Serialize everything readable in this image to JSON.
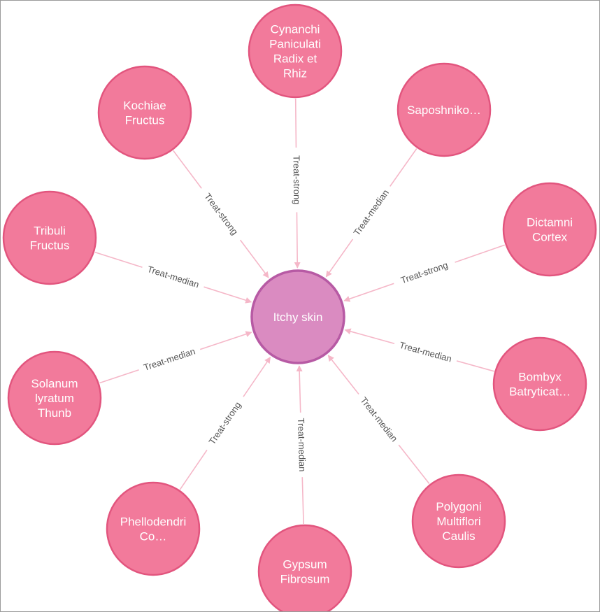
{
  "colors": {
    "node_fill": "#f27a9b",
    "node_stroke": "#e2557e",
    "center_fill": "#da8bc1",
    "center_stroke": "#b75aa4",
    "edge": "#f5b7c8",
    "edge_label": "#555555"
  },
  "center": {
    "label": "Itchy skin"
  },
  "nodes": [
    {
      "id": "cynanchi",
      "lines": [
        "Cynanchi",
        "Paniculati",
        "Radix et",
        "Rhiz"
      ],
      "relation": "Treat-strong"
    },
    {
      "id": "saposhnikovia",
      "lines": [
        "Saposhniko…"
      ],
      "relation": "Treat-median"
    },
    {
      "id": "dictamni",
      "lines": [
        "Dictamni",
        "Cortex"
      ],
      "relation": "Treat-strong"
    },
    {
      "id": "bombyx",
      "lines": [
        "Bombyx",
        "Batryticat…"
      ],
      "relation": "Treat-median"
    },
    {
      "id": "polygoni",
      "lines": [
        "Polygoni",
        "Multiflori",
        "Caulis"
      ],
      "relation": "Treat-median"
    },
    {
      "id": "gypsum",
      "lines": [
        "Gypsum",
        "Fibrosum"
      ],
      "relation": "Treat-median"
    },
    {
      "id": "phellodendri",
      "lines": [
        "Phellodendri",
        "Co…"
      ],
      "relation": "Treat-strong"
    },
    {
      "id": "solanum",
      "lines": [
        "Solanum",
        "lyratum",
        "Thunb"
      ],
      "relation": "Treat-median"
    },
    {
      "id": "tribuli",
      "lines": [
        "Tribuli",
        "Fructus"
      ],
      "relation": "Treat-median"
    },
    {
      "id": "kochiae",
      "lines": [
        "Kochiae",
        "Fructus"
      ],
      "relation": "Treat-strong"
    }
  ]
}
